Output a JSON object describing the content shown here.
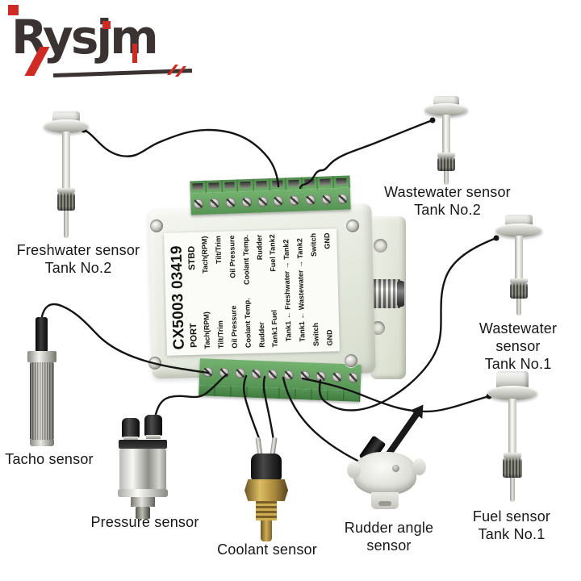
{
  "logo": {
    "text": "Rysjm"
  },
  "device": {
    "model": "CX5003 03419",
    "port_label": "PORT",
    "stbd_label": "STBD",
    "pin_rows": [
      {
        "port": "Tach(RPM)",
        "stbd": "Tach(RPM)"
      },
      {
        "port": "Tilt/Trim",
        "stbd": "Tilt/Trim"
      },
      {
        "port": "Oil Pressure",
        "stbd": "Oil Pressure"
      },
      {
        "port": "Coolant Temp.",
        "stbd": "Coolant Temp."
      },
      {
        "port": "Rudder",
        "stbd": "Rudder"
      },
      {
        "port": "Tank1 Fuel",
        "stbd": "Fuel Tank2"
      },
      {
        "span": "Tank1 ← Freshwater → Tank2"
      },
      {
        "span": "Tank1 ← Wastewater → Tank2"
      },
      {
        "port": "Switch",
        "stbd": "Switch"
      },
      {
        "port": "GND",
        "stbd": "GND"
      }
    ]
  },
  "sensors": [
    {
      "id": "freshwater-tank2",
      "label_line1": "Freshwater sensor",
      "label_line2": "Tank No.2"
    },
    {
      "id": "wastewater-tank2",
      "label_line1": "Wastewater sensor",
      "label_line2": "Tank No.2"
    },
    {
      "id": "wastewater-tank1",
      "label_line1": "Wastewater sensor",
      "label_line2": "Tank No.1"
    },
    {
      "id": "fuel-tank1",
      "label_line1": "Fuel sensor",
      "label_line2": "Tank No.1"
    },
    {
      "id": "tacho",
      "label_line1": "Tacho sensor",
      "label_line2": ""
    },
    {
      "id": "pressure",
      "label_line1": "Pressure sensor",
      "label_line2": ""
    },
    {
      "id": "coolant",
      "label_line1": "Coolant sensor",
      "label_line2": ""
    },
    {
      "id": "rudder",
      "label_line1": "Rudder angle sensor",
      "label_line2": ""
    }
  ],
  "colors": {
    "brand_red": "#cf2b24",
    "logo_dark": "#3a3331",
    "terminal_green": "#569455",
    "box_shell": "#e8ece2",
    "label_bg": "#fbfbf8",
    "wire_black": "#141414",
    "brass": "#b08d3c"
  }
}
